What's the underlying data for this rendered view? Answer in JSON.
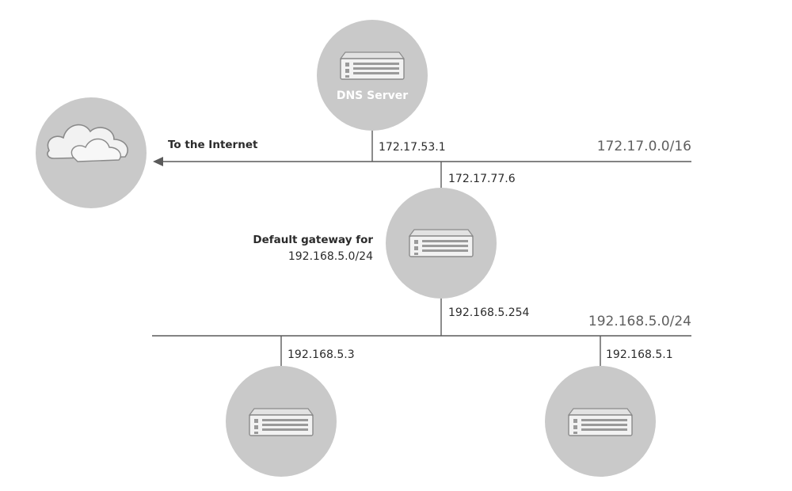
{
  "nodes": {
    "dns_server": {
      "label": "DNS Server",
      "icon": "server-icon"
    },
    "internet": {
      "icon": "cloud-icon"
    },
    "gateway": {
      "icon": "router-icon"
    },
    "host_left": {
      "icon": "computer-icon"
    },
    "host_right": {
      "icon": "computer-icon"
    }
  },
  "labels": {
    "to_internet": "To the Internet",
    "dns_ip": "172.17.53.1",
    "network_upper": "172.17.0.0/16",
    "gateway_upper_ip": "172.17.77.6",
    "gateway_desc_line1": "Default gateway for",
    "gateway_desc_line2": "192.168.5.0/24",
    "gateway_lower_ip": "192.168.5.254",
    "network_lower": "192.168.5.0/24",
    "host_left_ip": "192.168.5.3",
    "host_right_ip": "192.168.5.1"
  },
  "colors": {
    "node_fill": "#c9c9c9",
    "line": "#5a5a5a",
    "text": "#2b2b2b",
    "network_text": "#5f5f5f"
  }
}
